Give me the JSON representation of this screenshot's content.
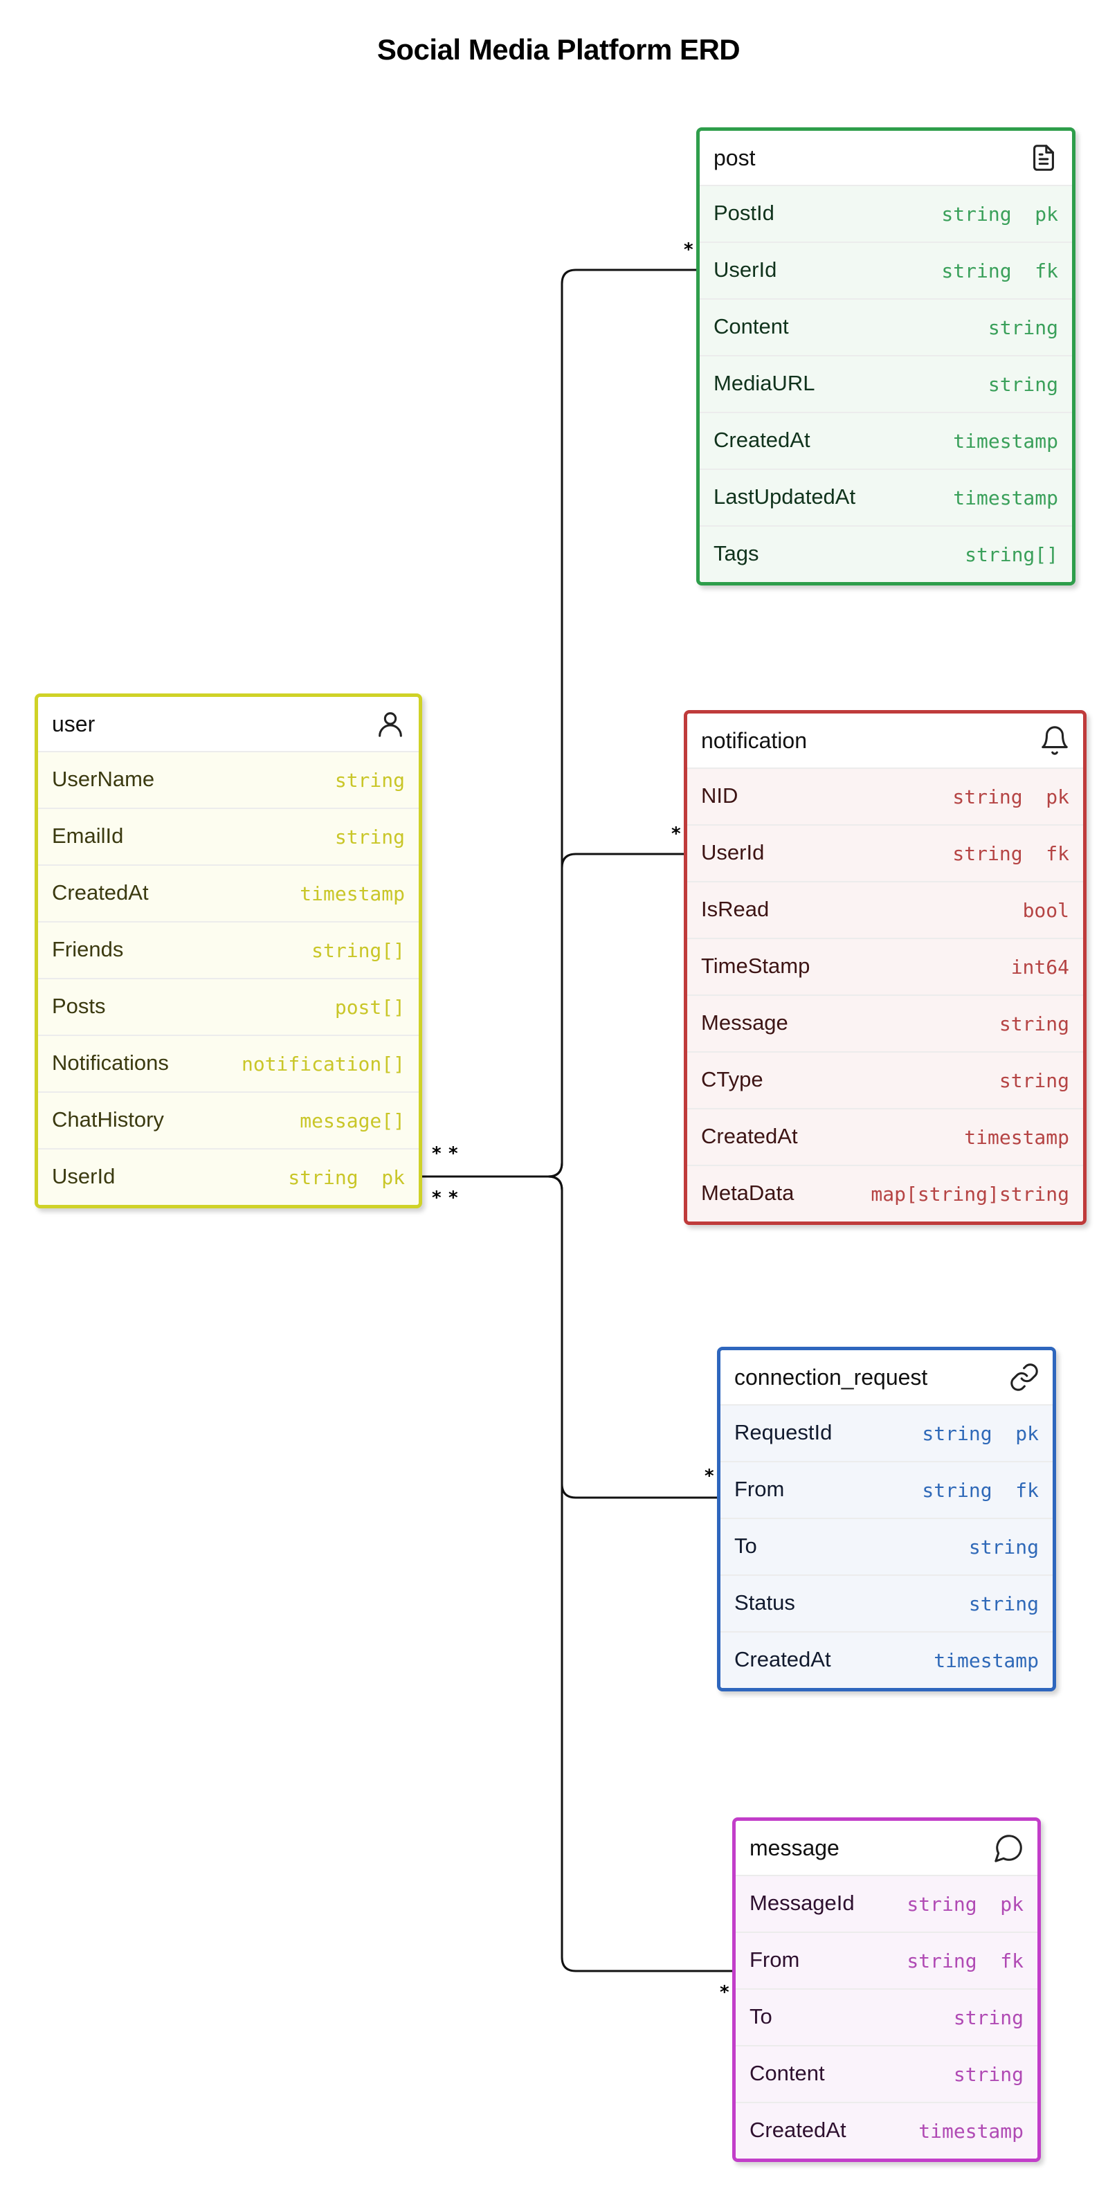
{
  "title": "Social Media Platform ERD",
  "theme": {
    "edge_color": "#111111"
  },
  "entities": {
    "post": {
      "name": "post",
      "icon": "document-icon",
      "border_color": "#2e9e4b",
      "fill_color": "#f2f9f3",
      "type_color": "#3aa05a",
      "field_color": "#10331c",
      "fields": [
        {
          "name": "PostId",
          "type": "string  pk"
        },
        {
          "name": "UserId",
          "type": "string  fk"
        },
        {
          "name": "Content",
          "type": "string"
        },
        {
          "name": "MediaURL",
          "type": "string"
        },
        {
          "name": "CreatedAt",
          "type": "timestamp"
        },
        {
          "name": "LastUpdatedAt",
          "type": "timestamp"
        },
        {
          "name": "Tags",
          "type": "string[]"
        }
      ]
    },
    "user": {
      "name": "user",
      "icon": "person-icon",
      "border_color": "#cfd227",
      "fill_color": "#fdfdf0",
      "type_color": "#c9c628",
      "field_color": "#3b3a10",
      "fields": [
        {
          "name": "UserName",
          "type": "string"
        },
        {
          "name": "EmailId",
          "type": "string"
        },
        {
          "name": "CreatedAt",
          "type": "timestamp"
        },
        {
          "name": "Friends",
          "type": "string[]"
        },
        {
          "name": "Posts",
          "type": "post[]"
        },
        {
          "name": "Notifications",
          "type": "notification[]"
        },
        {
          "name": "ChatHistory",
          "type": "message[]"
        },
        {
          "name": "UserId",
          "type": "string  pk"
        }
      ]
    },
    "notification": {
      "name": "notification",
      "icon": "bell-icon",
      "border_color": "#bf3b3b",
      "fill_color": "#fbf3f3",
      "type_color": "#b54444",
      "field_color": "#3d1414",
      "fields": [
        {
          "name": "NID",
          "type": "string  pk"
        },
        {
          "name": "UserId",
          "type": "string  fk"
        },
        {
          "name": "IsRead",
          "type": "bool"
        },
        {
          "name": "TimeStamp",
          "type": "int64"
        },
        {
          "name": "Message",
          "type": "string"
        },
        {
          "name": "CType",
          "type": "string"
        },
        {
          "name": "CreatedAt",
          "type": "timestamp"
        },
        {
          "name": "MetaData",
          "type": "map[string]string"
        }
      ]
    },
    "connection_request": {
      "name": "connection_request",
      "icon": "link-icon",
      "border_color": "#2e66bd",
      "fill_color": "#f3f6fb",
      "type_color": "#2f69b8",
      "field_color": "#111a2e",
      "fields": [
        {
          "name": "RequestId",
          "type": "string  pk"
        },
        {
          "name": "From",
          "type": "string  fk"
        },
        {
          "name": "To",
          "type": "string"
        },
        {
          "name": "Status",
          "type": "string"
        },
        {
          "name": "CreatedAt",
          "type": "timestamp"
        }
      ]
    },
    "message": {
      "name": "message",
      "icon": "chat-bubble-icon",
      "border_color": "#c23ec9",
      "fill_color": "#faf3fb",
      "type_color": "#b04ab4",
      "field_color": "#2e102f",
      "fields": [
        {
          "name": "MessageId",
          "type": "string  pk"
        },
        {
          "name": "From",
          "type": "string  fk"
        },
        {
          "name": "To",
          "type": "string"
        },
        {
          "name": "Content",
          "type": "string"
        },
        {
          "name": "CreatedAt",
          "type": "timestamp"
        }
      ]
    }
  },
  "relations": [
    {
      "from": "user.UserId",
      "to": "post.UserId",
      "cardinality_from": "*",
      "cardinality_to": "*"
    },
    {
      "from": "user.UserId",
      "to": "notification.UserId",
      "cardinality_from": "*",
      "cardinality_to": "*"
    },
    {
      "from": "user.UserId",
      "to": "connection_request.From",
      "cardinality_from": "*",
      "cardinality_to": "*"
    },
    {
      "from": "user.UserId",
      "to": "message.From",
      "cardinality_from": "*",
      "cardinality_to": "*"
    }
  ]
}
